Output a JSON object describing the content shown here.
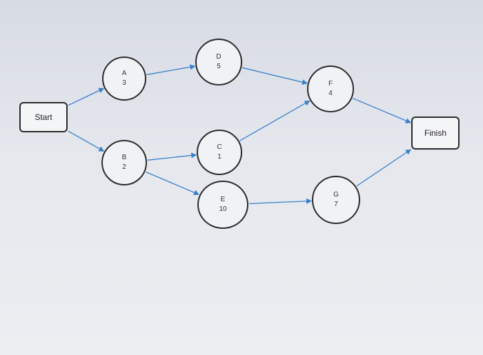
{
  "diagram": {
    "start_label": "Start",
    "finish_label": "Finish",
    "edge_color": "#3a7fc8",
    "nodes": [
      {
        "id": "A",
        "label": "A",
        "duration": "3"
      },
      {
        "id": "B",
        "label": "B",
        "duration": "2"
      },
      {
        "id": "C",
        "label": "C",
        "duration": "1"
      },
      {
        "id": "D",
        "label": "D",
        "duration": "5"
      },
      {
        "id": "E",
        "label": "E",
        "duration": "10"
      },
      {
        "id": "F",
        "label": "F",
        "duration": "4"
      },
      {
        "id": "G",
        "label": "G",
        "duration": "7"
      }
    ],
    "edges": [
      {
        "from": "Start",
        "to": "A"
      },
      {
        "from": "Start",
        "to": "B"
      },
      {
        "from": "A",
        "to": "D"
      },
      {
        "from": "B",
        "to": "C"
      },
      {
        "from": "B",
        "to": "E"
      },
      {
        "from": "D",
        "to": "F"
      },
      {
        "from": "C",
        "to": "F"
      },
      {
        "from": "E",
        "to": "G"
      },
      {
        "from": "F",
        "to": "Finish"
      },
      {
        "from": "G",
        "to": "Finish"
      }
    ]
  }
}
